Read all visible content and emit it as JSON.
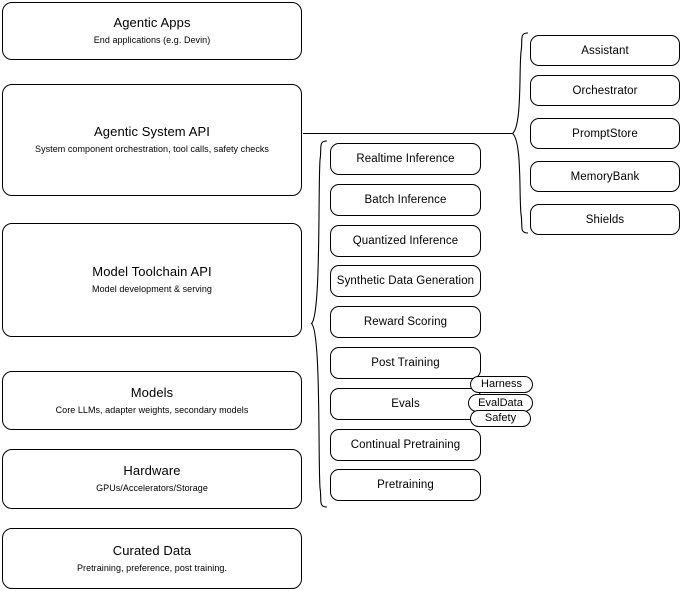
{
  "diagram": {
    "title": "Agentic stack layers diagram",
    "stroke_color": "#000000",
    "background_color": "#ffffff"
  },
  "left_stack": {
    "name": "stack-layers",
    "items": [
      {
        "id": "agentic-apps",
        "title": "Agentic Apps",
        "subtitle": "End applications (e.g. Devin)"
      },
      {
        "id": "agentic-system-api",
        "title": "Agentic System API",
        "subtitle": "System component orchestration, tool calls, safety checks"
      },
      {
        "id": "model-toolchain-api",
        "title": "Model Toolchain API",
        "subtitle": "Model development & serving"
      },
      {
        "id": "models",
        "title": "Models",
        "subtitle": "Core LLMs, adapter weights, secondary models"
      },
      {
        "id": "hardware",
        "title": "Hardware",
        "subtitle": "GPUs/Accelerators/Storage"
      },
      {
        "id": "curated-data",
        "title": "Curated Data",
        "subtitle": "Pretraining, preference, post training."
      }
    ]
  },
  "middle_column": {
    "name": "model-toolchain-capabilities",
    "items": [
      {
        "id": "realtime-inference",
        "label": "Realtime Inference"
      },
      {
        "id": "batch-inference",
        "label": "Batch Inference"
      },
      {
        "id": "quantized-inference",
        "label": "Quantized Inference"
      },
      {
        "id": "synthetic-data-generation",
        "label": "Synthetic Data Generation"
      },
      {
        "id": "reward-scoring",
        "label": "Reward Scoring"
      },
      {
        "id": "post-training",
        "label": "Post Training"
      },
      {
        "id": "evals",
        "label": "Evals"
      },
      {
        "id": "continual-pretraining",
        "label": "Continual Pretraining"
      },
      {
        "id": "pretraining",
        "label": "Pretraining"
      }
    ]
  },
  "evals_badges": {
    "name": "evals-subcomponents",
    "items": [
      {
        "id": "harness",
        "label": "Harness"
      },
      {
        "id": "evaldata",
        "label": "EvalData"
      },
      {
        "id": "safety",
        "label": "Safety"
      }
    ]
  },
  "right_column": {
    "name": "agentic-system-components",
    "items": [
      {
        "id": "assistant",
        "label": "Assistant"
      },
      {
        "id": "orchestrator",
        "label": "Orchestrator"
      },
      {
        "id": "promptstore",
        "label": "PromptStore"
      },
      {
        "id": "memorybank",
        "label": "MemoryBank"
      },
      {
        "id": "shields",
        "label": "Shields"
      }
    ]
  }
}
